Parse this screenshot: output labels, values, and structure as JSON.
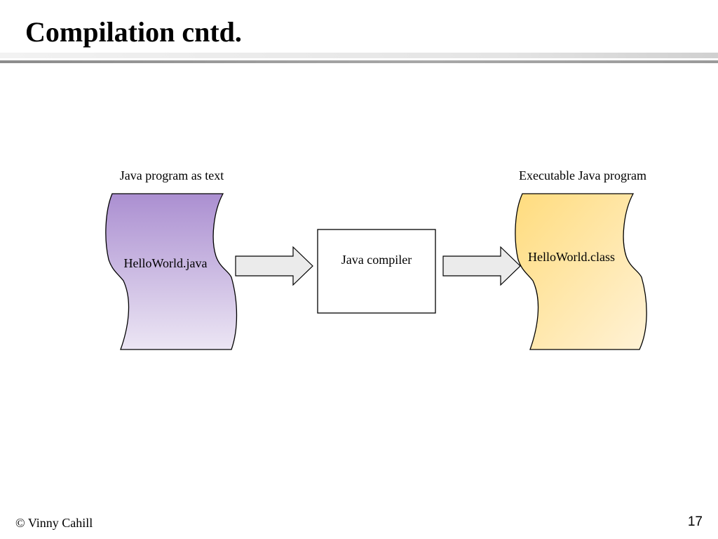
{
  "slide": {
    "title": "Compilation cntd.",
    "footer": {
      "copyright": "© Vinny Cahill",
      "page_number": "17"
    }
  },
  "diagram": {
    "source": {
      "caption": "Java program as text",
      "document_label": "HelloWorld.java",
      "color_top": "#ab8fd1",
      "color_bottom": "#ece6f4"
    },
    "process": {
      "label": "Java compiler"
    },
    "output": {
      "caption": "Executable Java program",
      "document_label": "HelloWorld.class",
      "color_top": "#ffdc7e",
      "color_bottom": "#fff2d6"
    },
    "arrow_fill": "#ebebeb"
  }
}
